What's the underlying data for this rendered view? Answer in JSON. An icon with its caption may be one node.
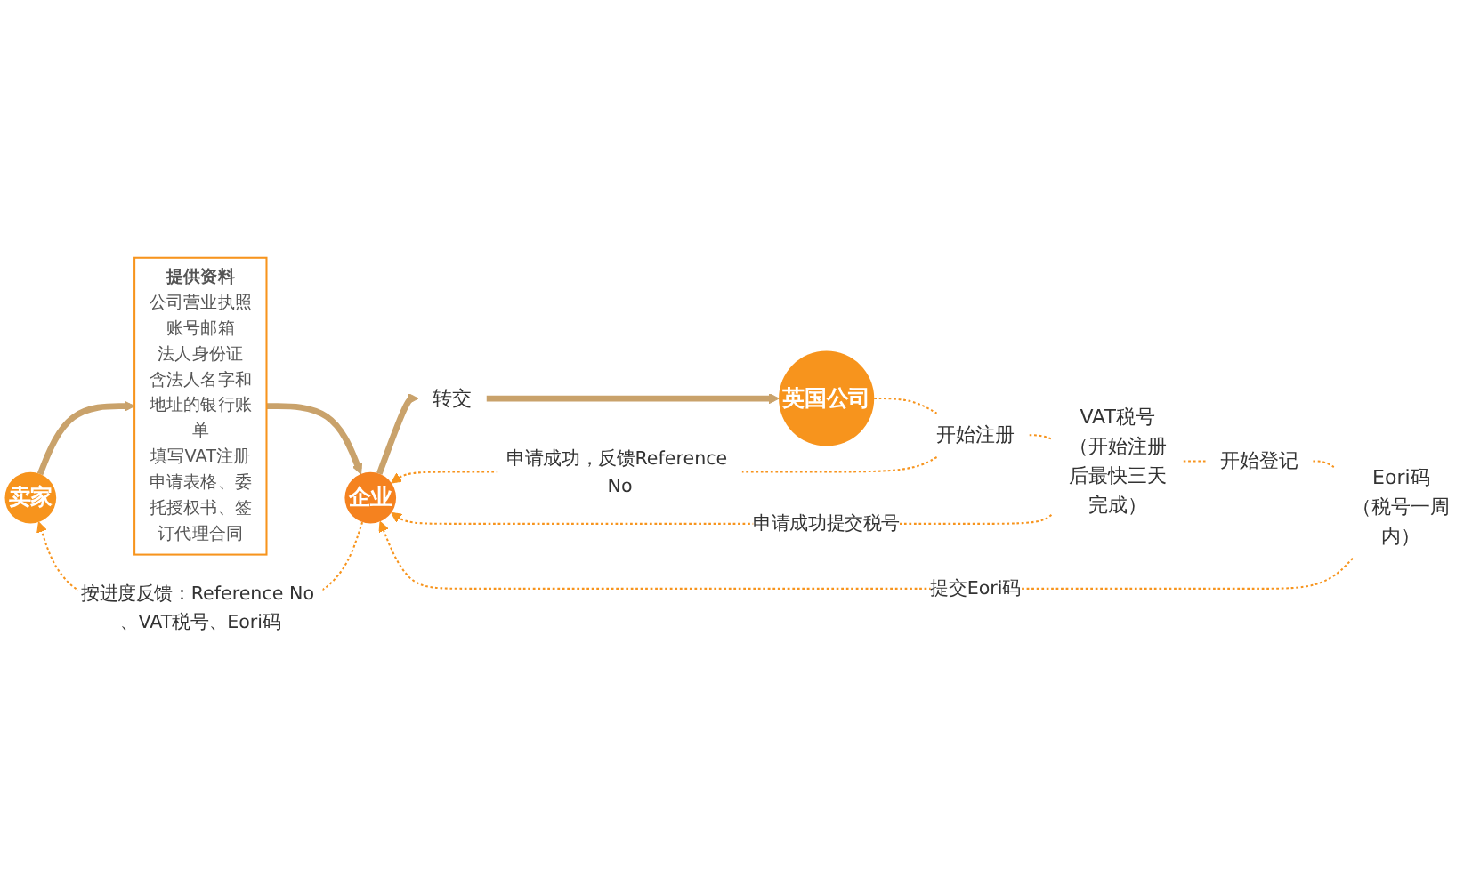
{
  "diagram": {
    "nodes": [
      {
        "text": [
          "卖家"
        ]
      },
      {
        "text": [
          "提供资料",
          "公司营业执照",
          "账号邮箱",
          "法人身份证",
          "含法人名字和地址的银行账单",
          "填写VAT注册申请表格、委托授权书、签订代理合同"
        ]
      },
      {
        "text": [
          "企业"
        ]
      },
      {
        "text": [
          "转交"
        ]
      },
      {
        "text": [
          "英国公司"
        ]
      },
      {
        "text": [
          "开始注册"
        ]
      },
      {
        "text": [
          "VAT税号",
          "（开始注册后最快三天完成）"
        ]
      },
      {
        "text": [
          "开始登记"
        ]
      },
      {
        "text": [
          "Eori码",
          "（税号一周内）"
        ]
      }
    ],
    "edges": [
      {
        "from": 0,
        "to": 1,
        "arrow": "to",
        "style": "thick",
        "color": "#c9a26b"
      },
      {
        "from": 1,
        "to": 2,
        "arrow": "to",
        "style": "thick",
        "color": "#c9a26b"
      },
      {
        "from": 2,
        "to": 3,
        "arrow": "to",
        "style": "thick",
        "color": "#c9a26b"
      },
      {
        "from": 3,
        "to": 4,
        "arrow": "to",
        "style": "thick",
        "color": "#c9a26b"
      },
      {
        "from": 4,
        "to": 5,
        "arrow": "none",
        "style": "dashed"
      },
      {
        "from": 5,
        "to": 2,
        "arrow": "to",
        "style": "dashed",
        "label": "申请成功，反馈Reference No"
      },
      {
        "from": 5,
        "to": 6,
        "arrow": "none",
        "style": "dashed"
      },
      {
        "from": 6,
        "to": 2,
        "arrow": "to",
        "style": "dashed",
        "label": "申请成功提交税号"
      },
      {
        "from": 6,
        "to": 7,
        "arrow": "none",
        "style": "dashed"
      },
      {
        "from": 7,
        "to": 8,
        "arrow": "none",
        "style": "dashed"
      },
      {
        "from": 8,
        "to": 2,
        "arrow": "to",
        "style": "dashed",
        "label": "提交Eori码"
      },
      {
        "from": 2,
        "to": 0,
        "arrow": "to",
        "style": "dashed",
        "label": "按进度反馈：Reference No 、VAT税号、Eori码"
      }
    ]
  }
}
